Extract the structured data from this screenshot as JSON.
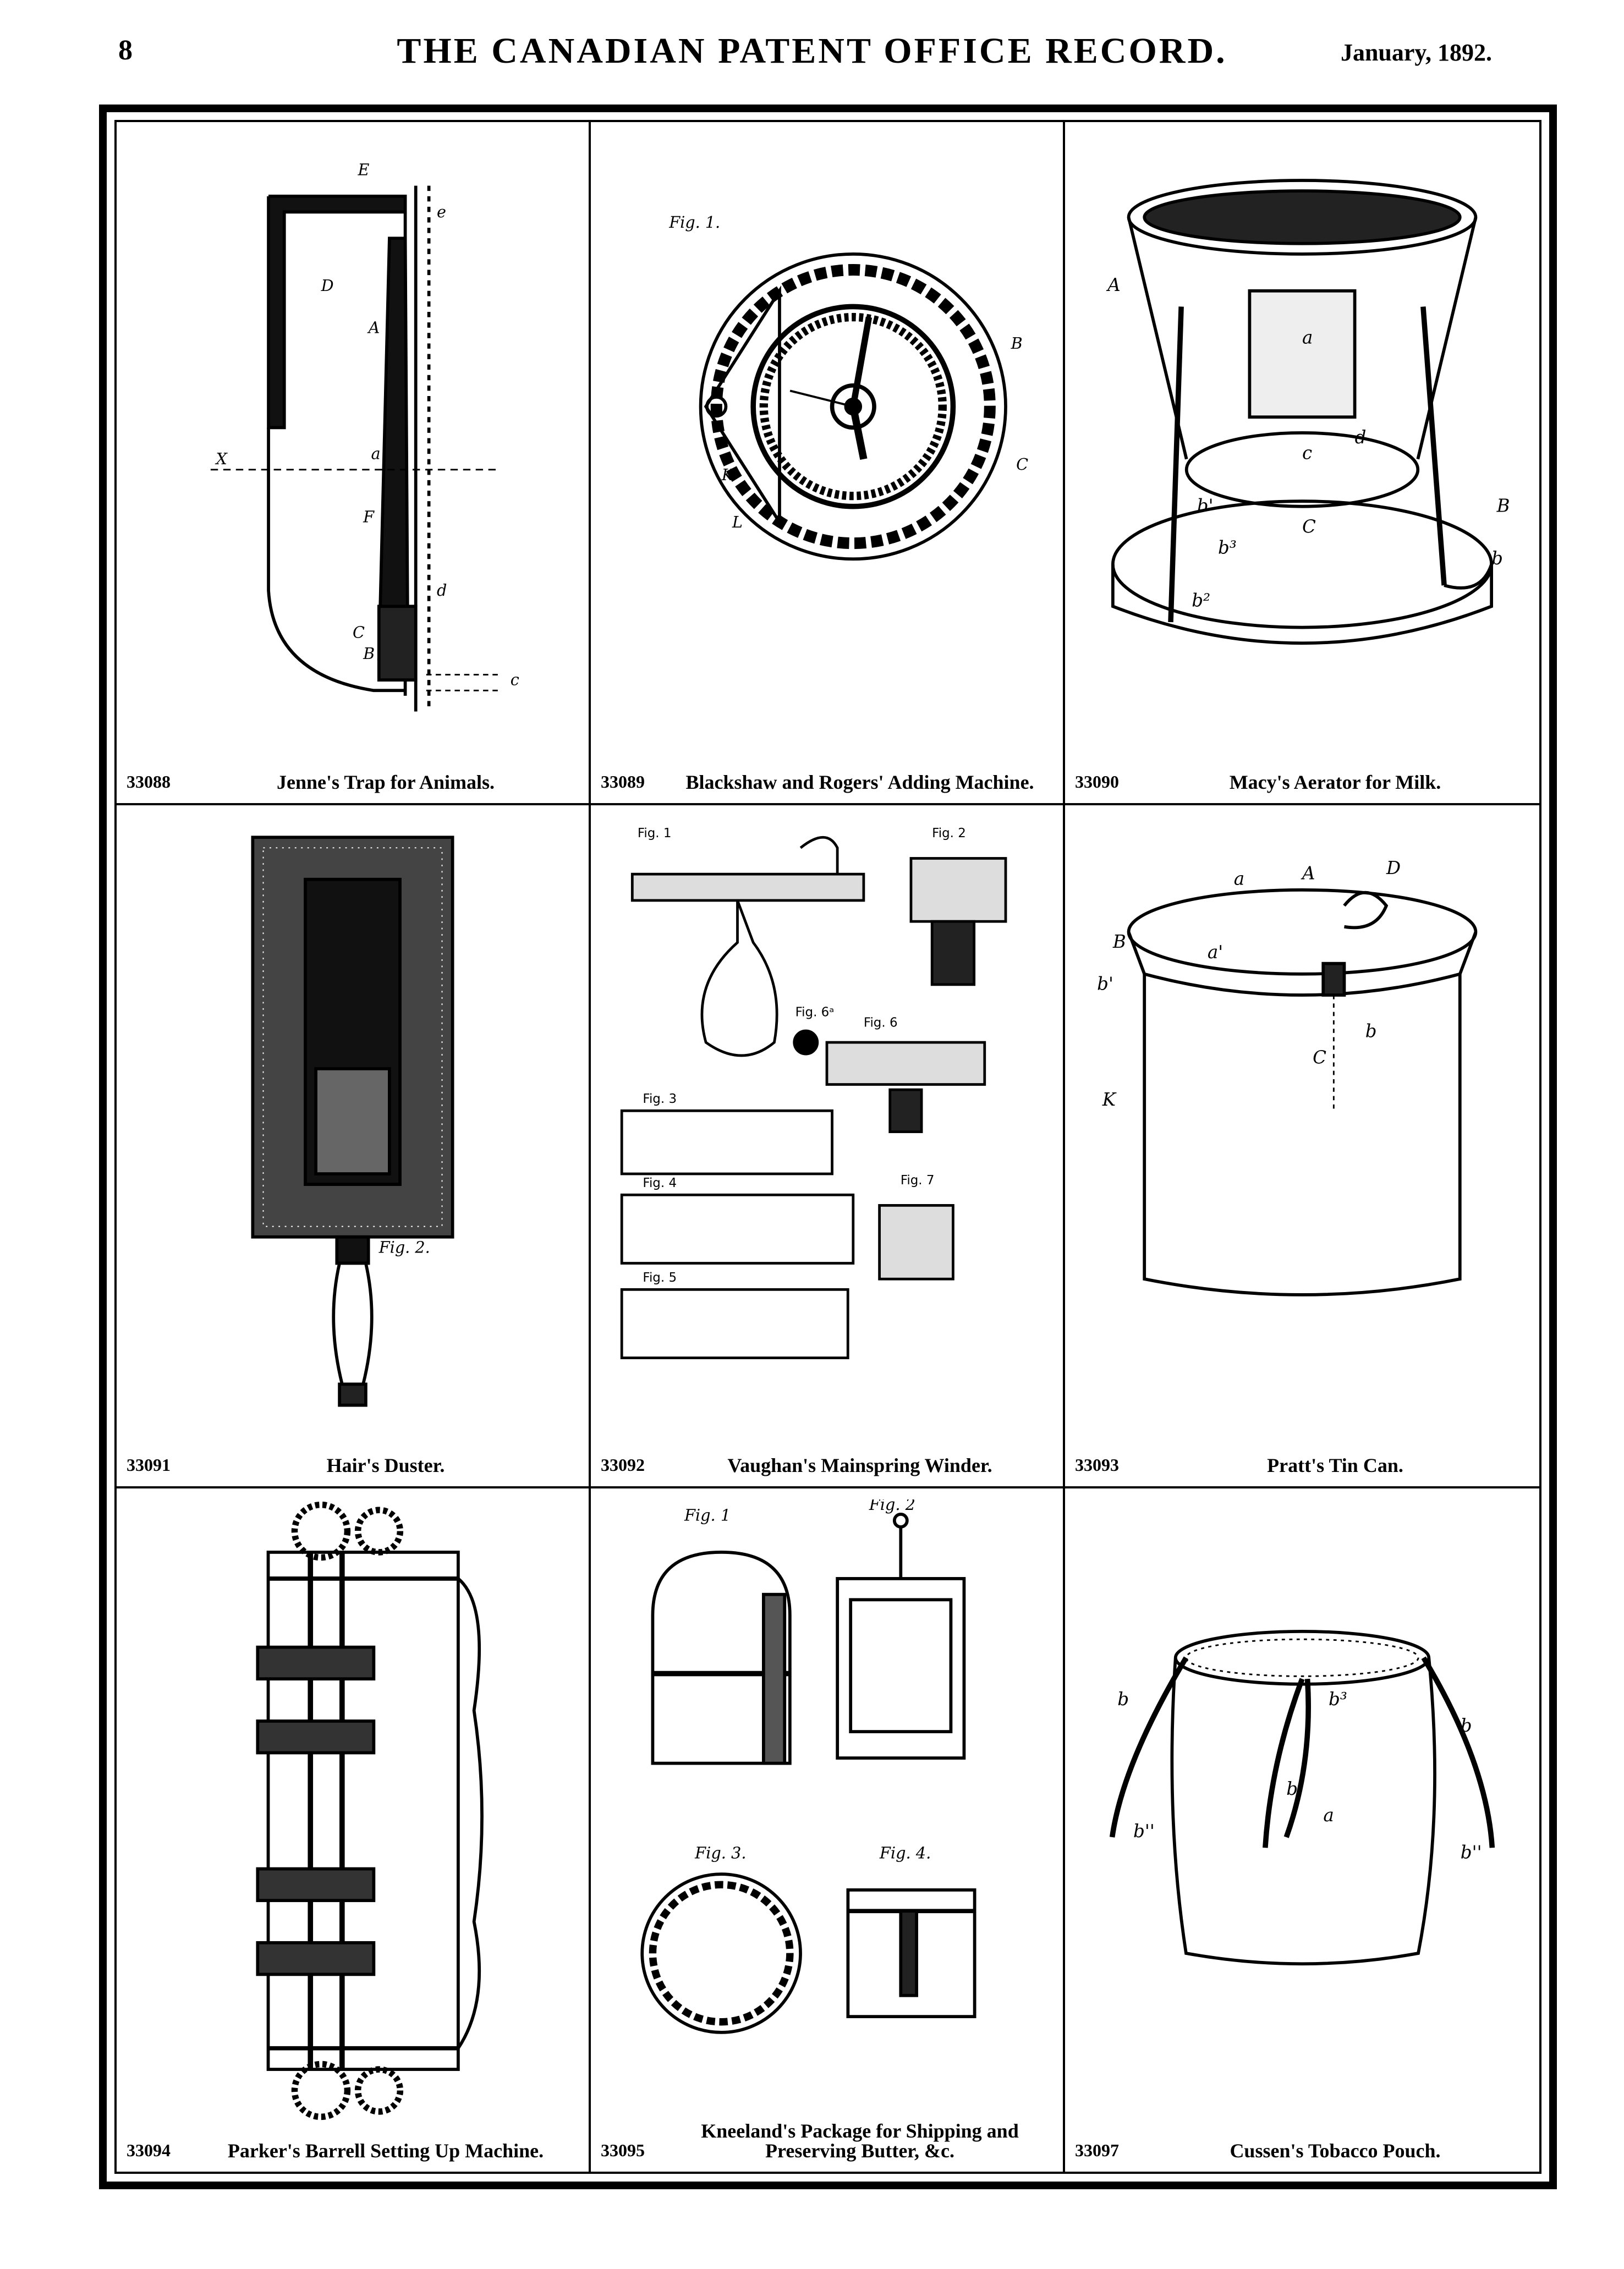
{
  "header": {
    "page_number": "8",
    "title": "THE CANADIAN PATENT OFFICE RECORD.",
    "date": "January, 1892."
  },
  "patents": [
    {
      "number": "33088",
      "title": "Jenne's Trap for Animals."
    },
    {
      "number": "33089",
      "title": "Blackshaw and Rogers' Adding Machine."
    },
    {
      "number": "33090",
      "title": "Macy's Aerator for Milk."
    },
    {
      "number": "33091",
      "title": "Hair's Duster."
    },
    {
      "number": "33092",
      "title": "Vaughan's Mainspring Winder."
    },
    {
      "number": "33093",
      "title": "Pratt's Tin Can."
    },
    {
      "number": "33094",
      "title": "Parker's Barrell Setting Up Machine."
    },
    {
      "number": "33095",
      "title": "Kneeland's Package for Shipping and Preserving Butter, &c."
    },
    {
      "number": "33097",
      "title": "Cussen's Tobacco Pouch."
    }
  ],
  "figure_labels": {
    "jenne": [
      "E",
      "D",
      "A",
      "X",
      "a",
      "F",
      "C",
      "B",
      "d",
      "c",
      "e"
    ],
    "blackshaw": [
      "Fig. 1.",
      "K",
      "L",
      "C",
      "B"
    ],
    "macy": [
      "A",
      "a",
      "b'",
      "c",
      "d",
      "B",
      "C",
      "b",
      "b²",
      "b³"
    ],
    "hair": [
      "Fig. 2."
    ],
    "vaughan": [
      "Fig. 1",
      "Fig. 2",
      "Fig. 6ᵃ",
      "Fig. 6",
      "Fig. 3",
      "Fig. 4",
      "Fig. 5",
      "Fig. 7"
    ],
    "pratt": [
      "a",
      "A",
      "D",
      "B",
      "b'",
      "a'",
      "b",
      "C",
      "K"
    ],
    "kneeland": [
      "Fig. 1",
      "Fig. 2",
      "Fig. 3.",
      "Fig. 4."
    ],
    "cussen": [
      "b",
      "b³",
      "b'",
      "b",
      "a",
      "b''",
      "b''"
    ]
  }
}
